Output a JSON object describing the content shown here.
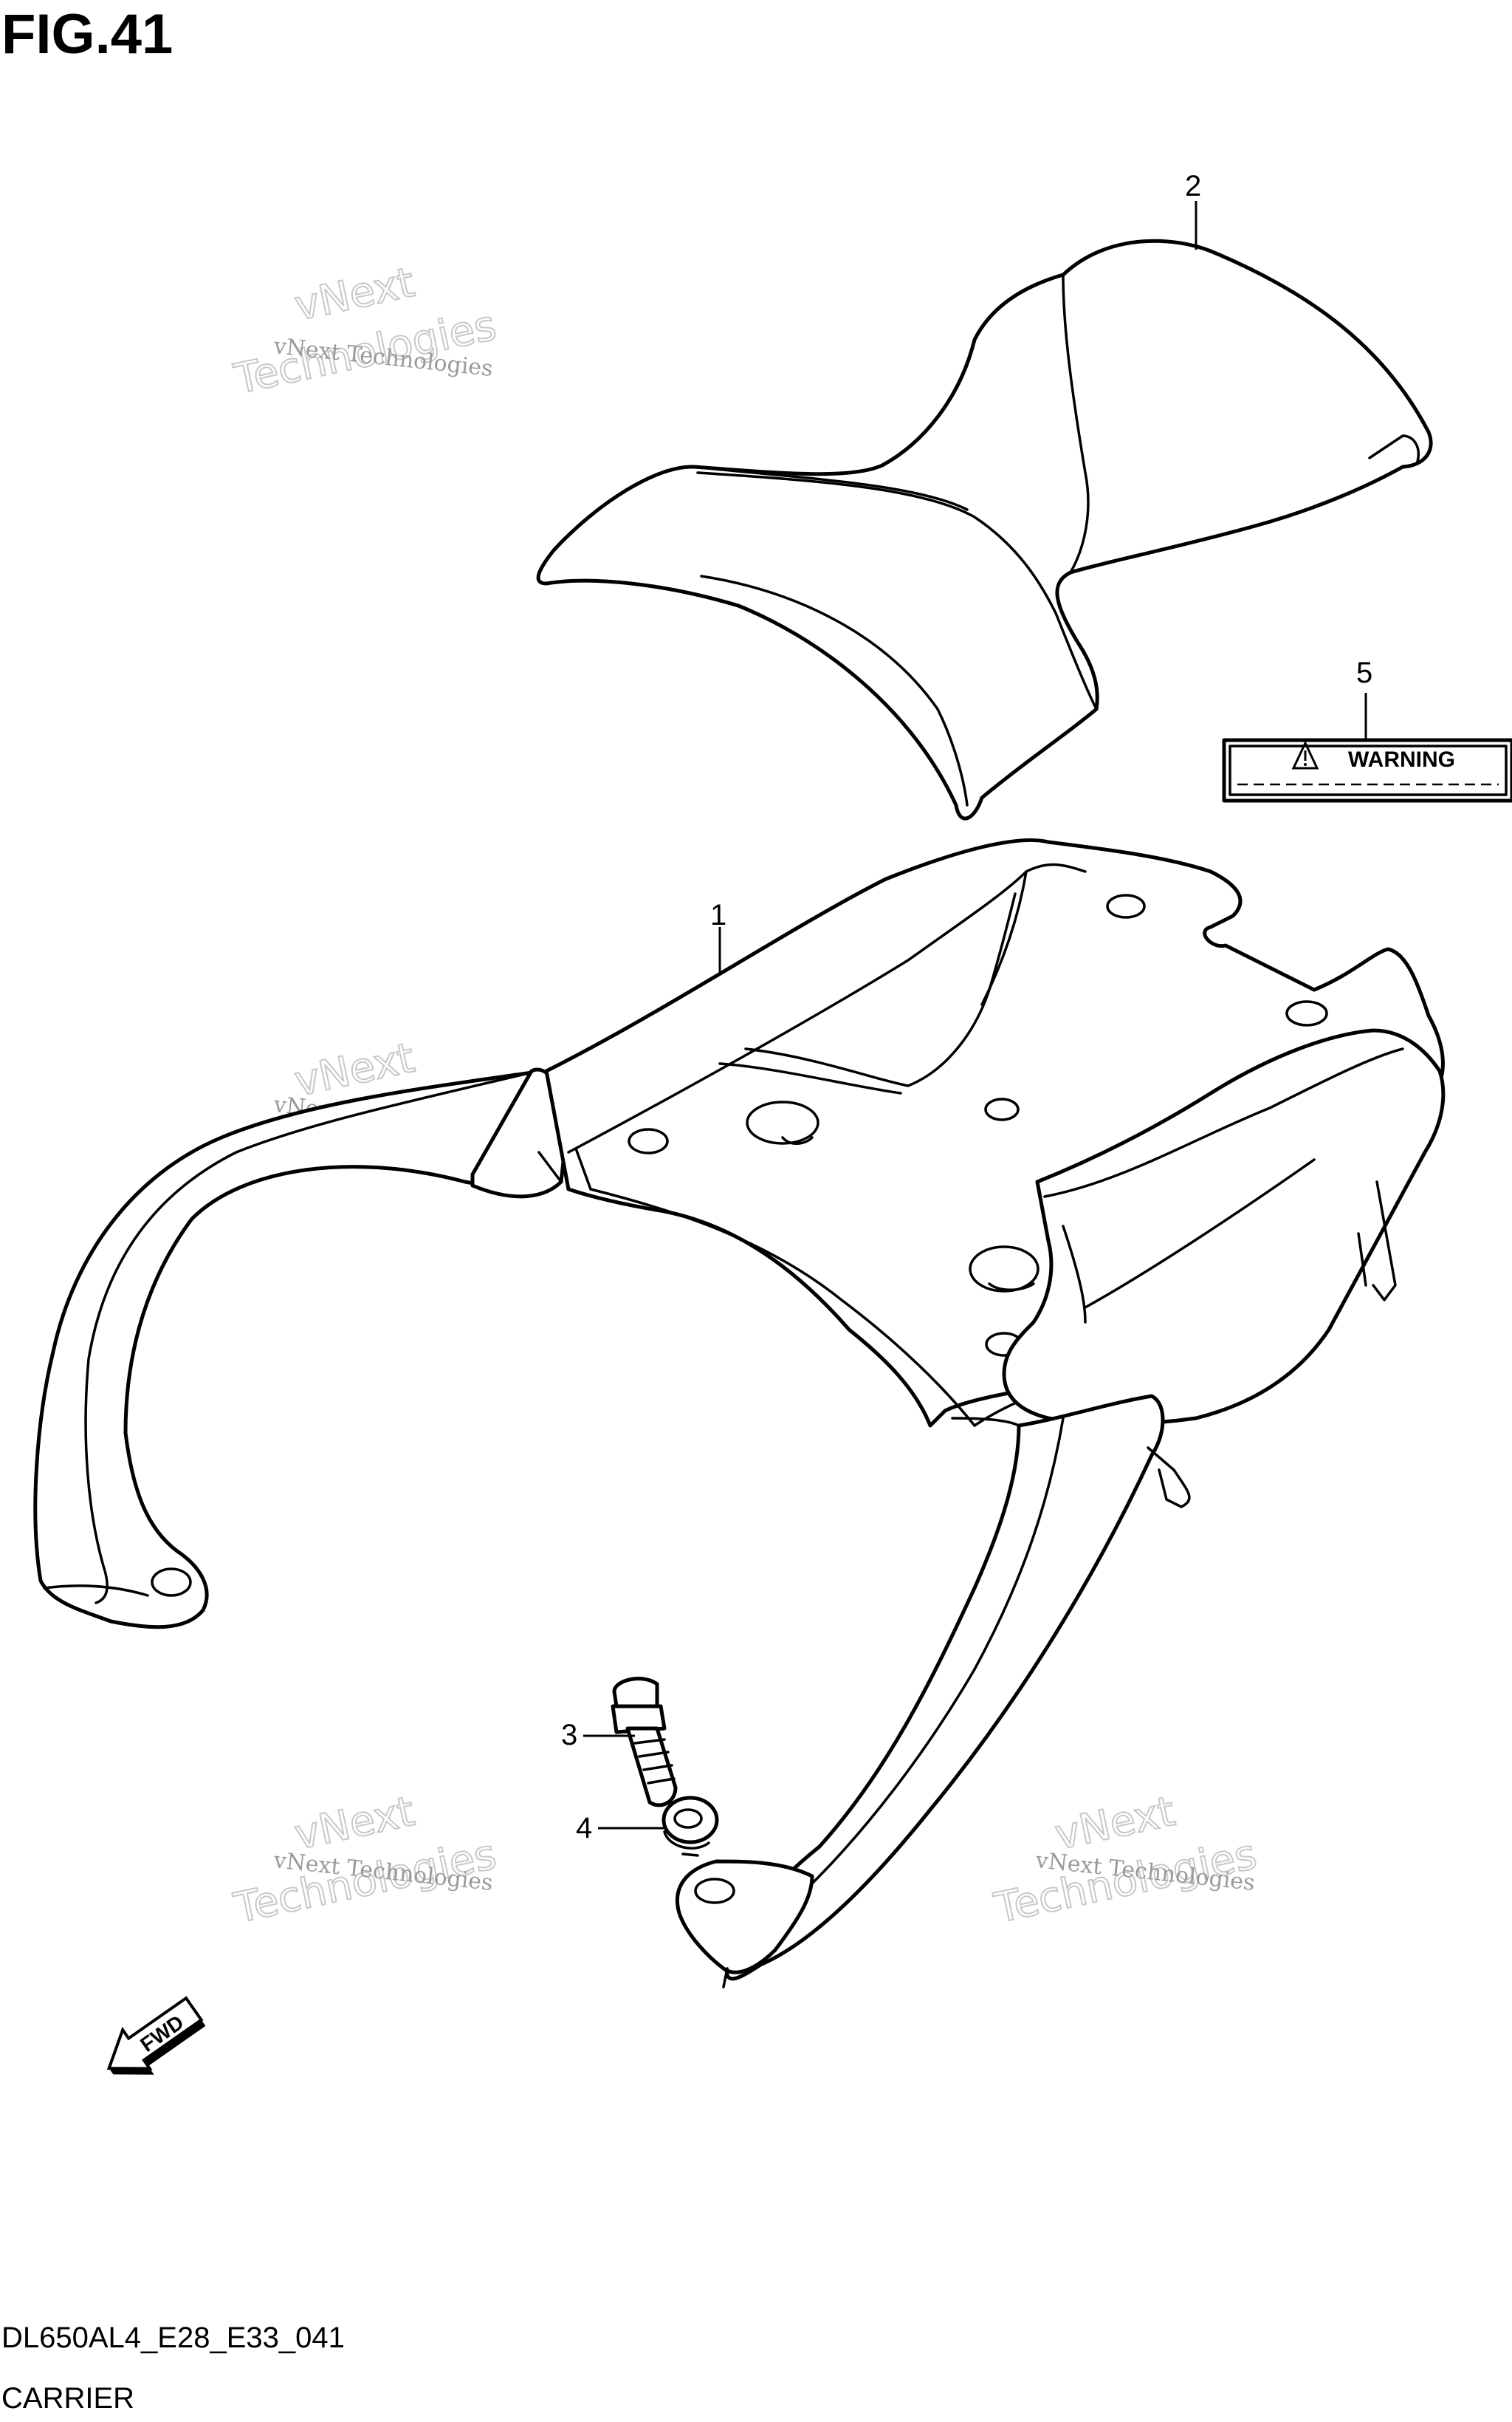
{
  "figure": {
    "title": "FIG.41",
    "code": "DL650AL4_E28_E33_041",
    "name": "CARRIER"
  },
  "callouts": [
    {
      "id": "part-1",
      "label": "1"
    },
    {
      "id": "part-2",
      "label": "2"
    },
    {
      "id": "part-3",
      "label": "3"
    },
    {
      "id": "part-4",
      "label": "4"
    },
    {
      "id": "part-5",
      "label": "5"
    }
  ],
  "label_sticker": {
    "text": "WARNING",
    "icon": "warning-triangle-icon"
  },
  "direction_arrow": {
    "text": "FWD",
    "icon": "forward-arrow-icon"
  },
  "watermark": {
    "small": "vNext Technologies",
    "large_top": "vNext",
    "large_bottom": "Technologies"
  }
}
